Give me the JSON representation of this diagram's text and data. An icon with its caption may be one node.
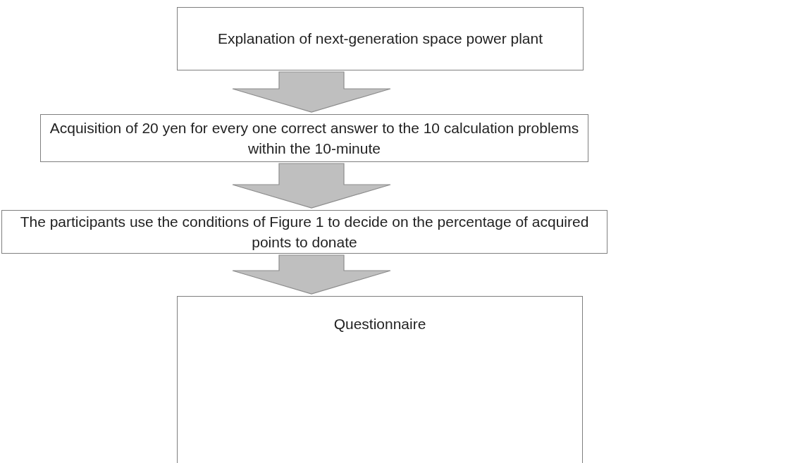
{
  "diagram": {
    "nodes": [
      {
        "text": [
          "Explanation of next-generation space power plant"
        ]
      },
      {
        "text": [
          "Acquisition of 20 yen for every one correct answer to the 10 calculation problems within the 10-minute"
        ]
      },
      {
        "text": [
          "The participants use the conditions of Figure 1 to decide on the percentage of acquired points to donate"
        ]
      },
      {
        "text": [
          "Questionnaire"
        ]
      }
    ],
    "edges": [
      {
        "from": 0,
        "to": 1,
        "arrow": "to"
      },
      {
        "from": 1,
        "to": 2,
        "arrow": "to"
      },
      {
        "from": 2,
        "to": 3,
        "arrow": "to"
      }
    ]
  }
}
